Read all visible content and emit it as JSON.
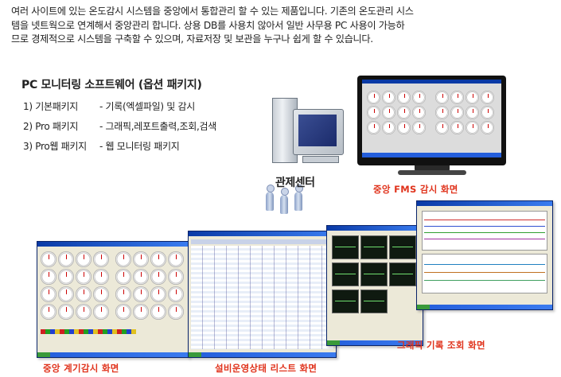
{
  "intro": {
    "line1": "여러 사이트에 있는 온도감시 시스템을 중앙에서 통합관리 할 수 있는 제품입니다. 기존의 온도관리 시스",
    "line2": "템을 넷트웍으로 연계해서 중앙관리 합니다.  상용 DB를 사용치 않아서 일반 사무용 PC 사용이 가능하",
    "line3": "므로 경제적으로 시스템을 구축할 수 있으며, 자료저장 및 보관을 누구나 쉽게 할 수 있습니다."
  },
  "packages": {
    "title": "PC 모니터링 소프트웨어 (옵션 패키지)",
    "items": [
      {
        "name": "1) 기본패키지",
        "desc": "- 기록(엑셀파일) 및 감시"
      },
      {
        "name": "2) Pro 패키지",
        "desc": "- 그래픽,레포트출력,조회,검색"
      },
      {
        "name": "3) Pro웹 패키지",
        "desc": "- 웹 모니터링 패키지"
      }
    ]
  },
  "labels": {
    "control_center": "관제센터",
    "fms_screen": "중앙 FMS 감시 화면",
    "graphic_screen": "그래픽 기록 조회 화면",
    "gauge_screen": "중앙 계기감시 화면",
    "status_list_screen": "설비운영상태 리스트 화면"
  },
  "colors": {
    "caption_red": "#e0331c",
    "window_title_blue": "#0a3aa6",
    "taskbar_blue": "#245edb"
  }
}
